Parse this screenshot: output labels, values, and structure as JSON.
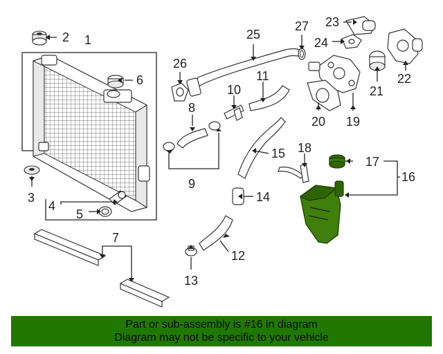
{
  "callouts": {
    "c1": "1",
    "c2": "2",
    "c3": "3",
    "c4": "4",
    "c5": "5",
    "c6": "6",
    "c7": "7",
    "c8": "8",
    "c9": "9",
    "c10": "10",
    "c11": "11",
    "c12": "12",
    "c13": "13",
    "c14": "14",
    "c15": "15",
    "c16": "16",
    "c17": "17",
    "c18": "18",
    "c19": "19",
    "c20": "20",
    "c21": "21",
    "c22": "22",
    "c23": "23",
    "c24": "24",
    "c25": "25",
    "c26": "26",
    "c27": "27"
  },
  "banner": {
    "line1": "Part or sub-assembly is #16 in diagram",
    "line2": "Diagram may not be specific to your vehicle"
  },
  "colors": {
    "highlight_part": "#3f7f0a",
    "banner_bg": "#217800",
    "line": "#222222"
  }
}
